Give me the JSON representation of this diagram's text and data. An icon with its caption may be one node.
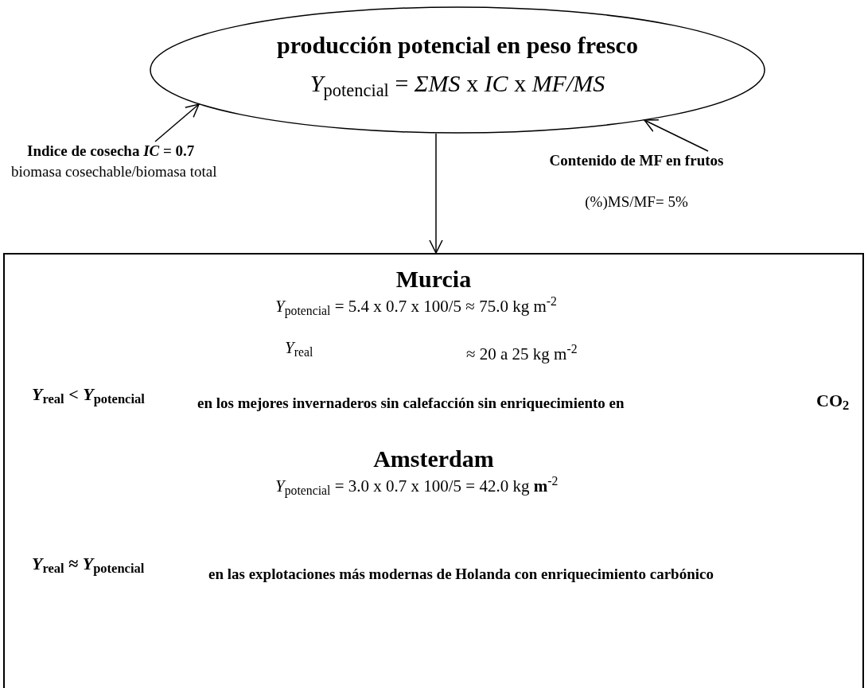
{
  "diagram": {
    "nodes": [
      {
        "text": [
          "producción potencial en peso fresco",
          "*Y*$_{potencial}$ = *ΣMS* x *IC* x *MF/MS*"
        ]
      },
      {
        "text": [
          "Indice de cosecha *IC* = 0.7",
          "biomasa cosechable/biomasa total"
        ]
      },
      {
        "text": [
          "Contenido de MF en frutos",
          "(%)MS/MF= 5%"
        ]
      },
      {
        "text": [
          "Murcia",
          "*Y*$_{potencial}$ = 5.4 x 0.7 x 100/5 ≈ 75.0 kg m$^{-2}$",
          "*Y*$_{real}$",
          "≈ 20 a 25 kg m$^{-2}$",
          "*Y*$_{real}$ < *Y*$_{potencial}$",
          "en los mejores invernaderos sin calefacción sin enriquecimiento en",
          "CO$_{2}$",
          "Amsterdam",
          "*Y*$_{potencial}$ = 3.0 x 0.7 x 100/5 = 42.0 kg **m**$^{-2}$",
          "*Y*$_{real}$ ≈ *Y*$_{potencial}$",
          "en las explotaciones más modernas de Holanda con enriquecimiento carbónico"
        ]
      }
    ],
    "edges": [
      {
        "from": 1,
        "to": 0,
        "arrow": "to"
      },
      {
        "from": 2,
        "to": 0,
        "arrow": "to"
      },
      {
        "from": 0,
        "to": 3,
        "arrow": "to"
      }
    ]
  }
}
